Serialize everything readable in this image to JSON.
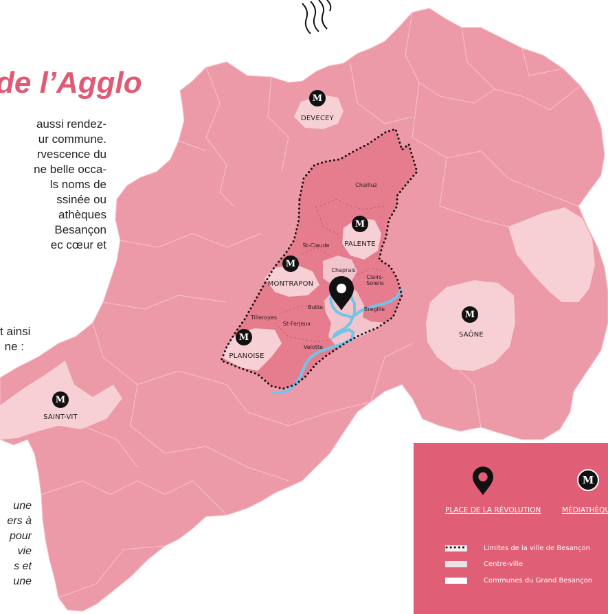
{
  "title": "de l’Agglo",
  "intro_lines": [
    "aussi rendez-",
    "ur commune.",
    "rvescence du",
    "ne belle occa-",
    "ls noms de",
    "ssinée ou",
    "athèques",
    "Besançon",
    "ec cœur et"
  ],
  "intro2_lines": [
    "t ainsi",
    "ne :"
  ],
  "quote_lines": [
    "une",
    "ers à",
    "pour",
    "vie",
    "s et",
    "une"
  ],
  "mediatheques": [
    {
      "name": "DEVECEY"
    },
    {
      "name": "PALENTE"
    },
    {
      "name": "MONTRAPON"
    },
    {
      "name": "PLANOISE"
    },
    {
      "name": "SAINT-VIT"
    },
    {
      "name": "SAÔNE"
    }
  ],
  "districts": [
    "Chailluz",
    "St-Claude",
    "Chaprais",
    "Clairs-Soleils",
    "Butte",
    "Bregille",
    "Tilleroyes",
    "St-Ferjeux",
    "Velotte"
  ],
  "legend": {
    "place_label": "PLACE DE LA RÉVOLUTION",
    "mediatheque_label": "MÉDIATHÈQUE",
    "items": [
      {
        "label": "Limites de la ville de Besançon",
        "swatch": "dotted"
      },
      {
        "label": "Centre-ville",
        "swatch": "#e8e2e4"
      },
      {
        "label": "Communes du Grand Besançon",
        "swatch": "#ffffff"
      }
    ]
  },
  "colors": {
    "agglo": "#ec9aa7",
    "city": "#e57d8e",
    "light_commune": "#f6d0d4",
    "river": "#6ec6ea",
    "accent": "#e05a75",
    "legend_bg": "#e05f76"
  },
  "icons": {
    "mediatheque": "m-circle-icon",
    "place": "map-pin-icon"
  }
}
